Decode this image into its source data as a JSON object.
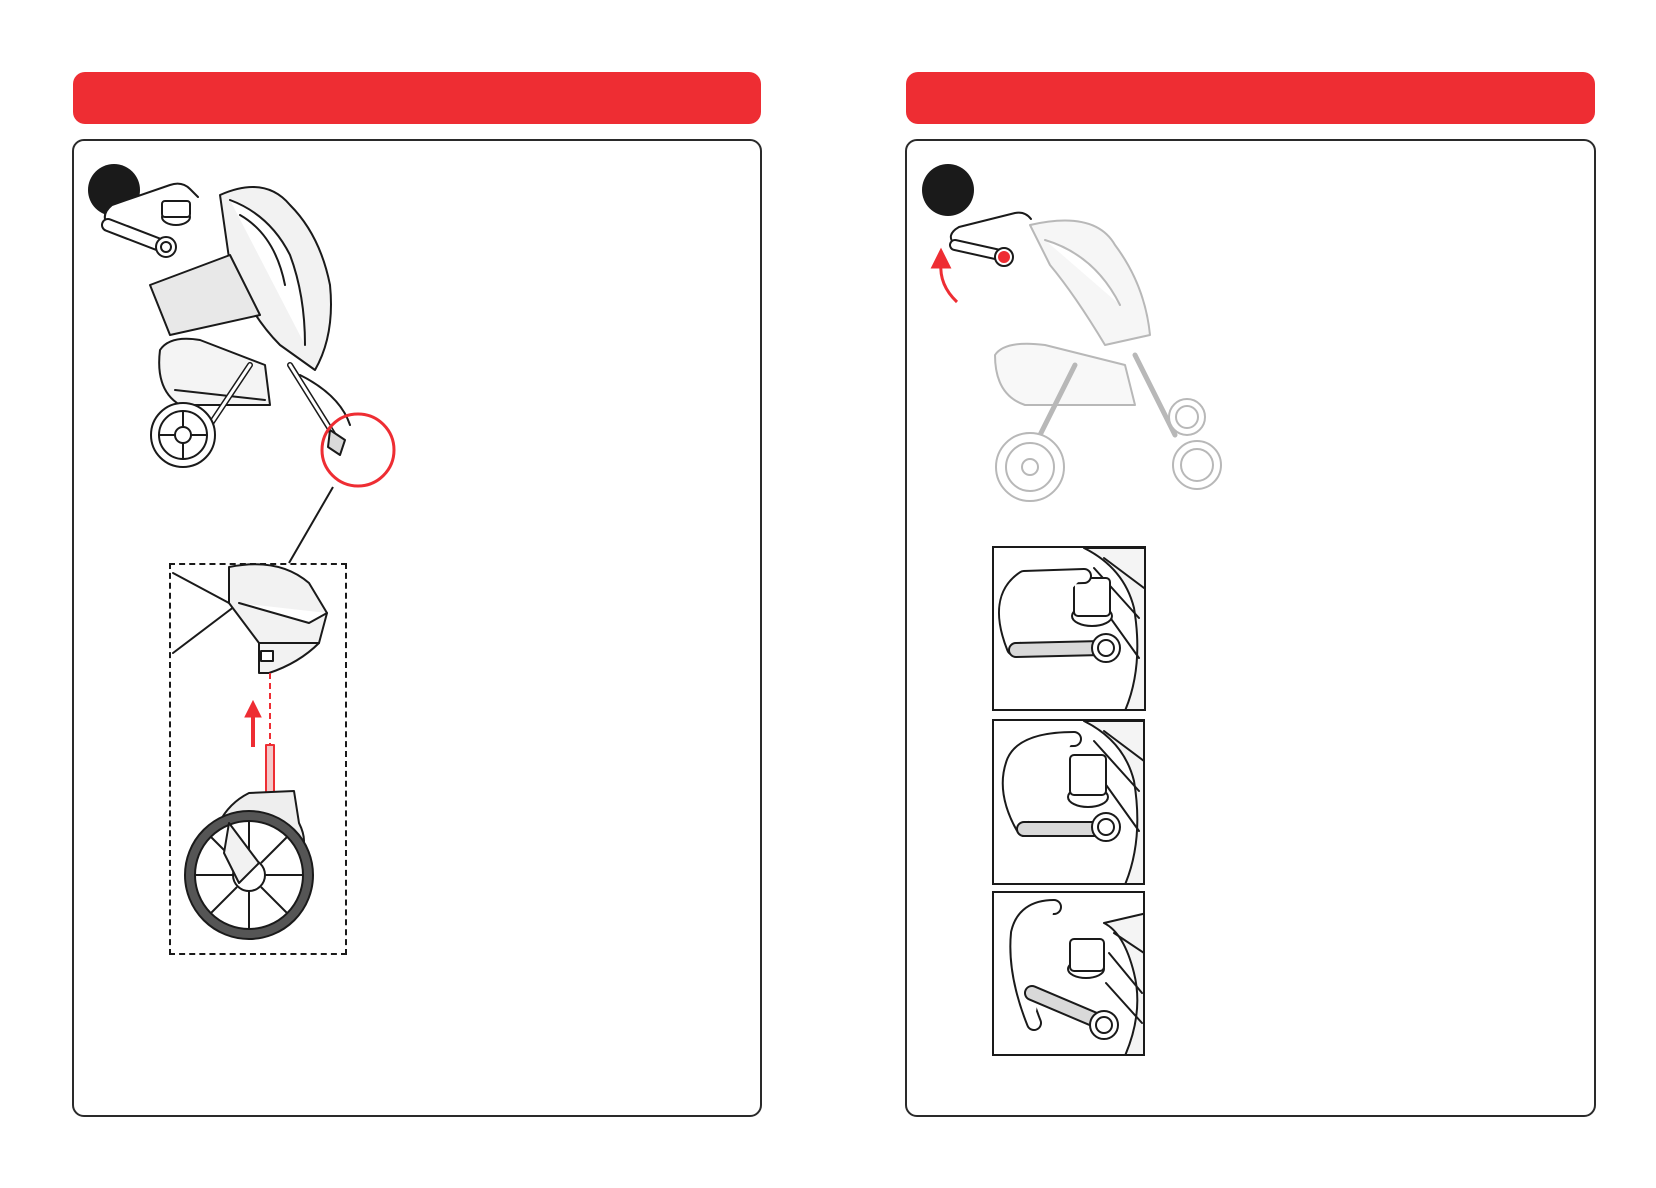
{
  "left_section": {
    "header_title": "",
    "step_number": "",
    "illustration": "stroller-front-wheel-attach",
    "highlight_color": "#ee2d33"
  },
  "right_section": {
    "header_title": "",
    "step_number": "",
    "illustration": "stroller-handlebar-adjust",
    "detail_views": [
      "handlebar-position-low",
      "handlebar-position-mid",
      "handlebar-position-high"
    ],
    "highlight_color": "#ee2d33"
  },
  "colors": {
    "header_red": "#ee2d33",
    "line_dark": "#1a1a1a",
    "shade_gray": "#d9d9d9"
  }
}
